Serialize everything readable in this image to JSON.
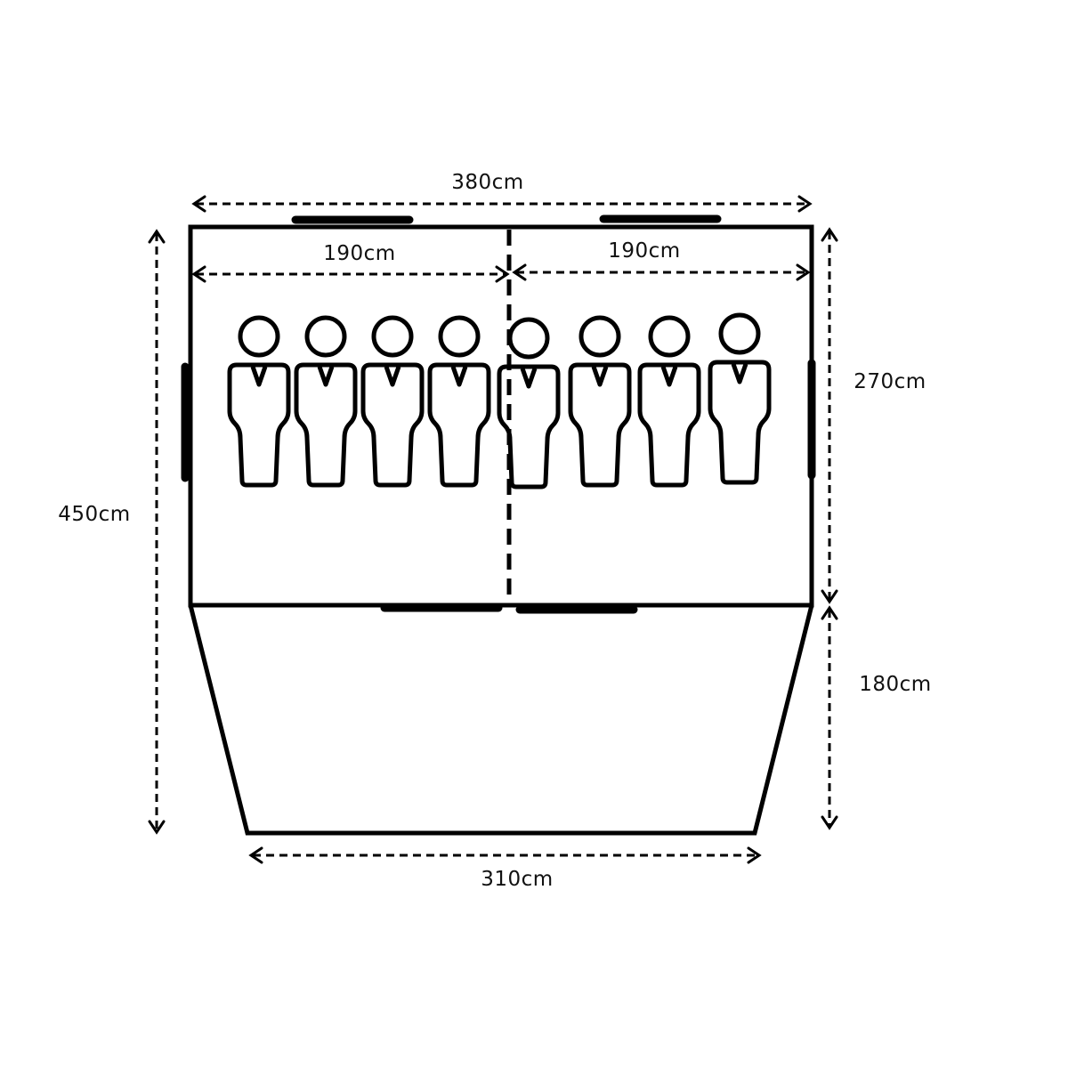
{
  "diagram": {
    "title_type": "Tent floor plan",
    "dimensions": {
      "total_width": "380cm",
      "left_bedroom_width": "190cm",
      "right_bedroom_width": "190cm",
      "total_length": "450cm",
      "bedroom_depth": "270cm",
      "porch_depth": "180cm",
      "front_width": "310cm"
    },
    "sleeping_capacity": 8,
    "colors": {
      "line": "#000000",
      "background": "#ffffff"
    }
  }
}
